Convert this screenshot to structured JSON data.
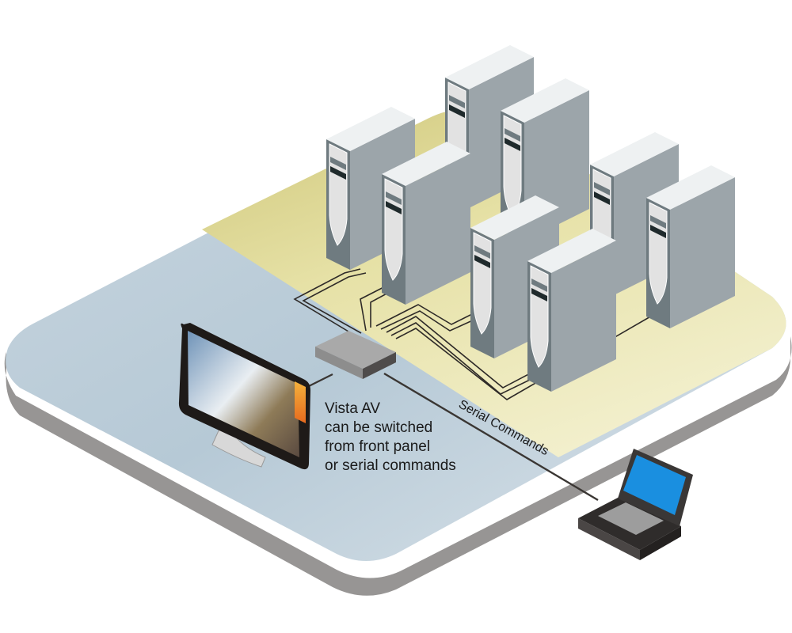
{
  "diagram": {
    "title": "Vista AV switching diagram",
    "description_lines": [
      "Vista AV",
      "can be switched",
      "from front panel",
      "or serial commands"
    ],
    "cable_label": "Serial Commands",
    "components": {
      "servers": [
        {
          "id": "server-1"
        },
        {
          "id": "server-2"
        },
        {
          "id": "server-3"
        },
        {
          "id": "server-4"
        },
        {
          "id": "server-5"
        },
        {
          "id": "server-6"
        },
        {
          "id": "server-7"
        },
        {
          "id": "server-8"
        }
      ],
      "switch": "Vista AV",
      "display": "monitor",
      "controller": "laptop"
    },
    "colors": {
      "platform_blue": "#b4c8d6",
      "platform_yellow": "#e6e2a8",
      "platform_edge": "#979594",
      "server_top": "#eef1f2",
      "server_side": "#9ca5aa",
      "server_front": "#6f7b80",
      "server_panel": "#e2e2e2",
      "cable": "#2e2a28",
      "laptop_screen": "#1a8fe0",
      "laptop_body": "#3e3b3a"
    }
  }
}
